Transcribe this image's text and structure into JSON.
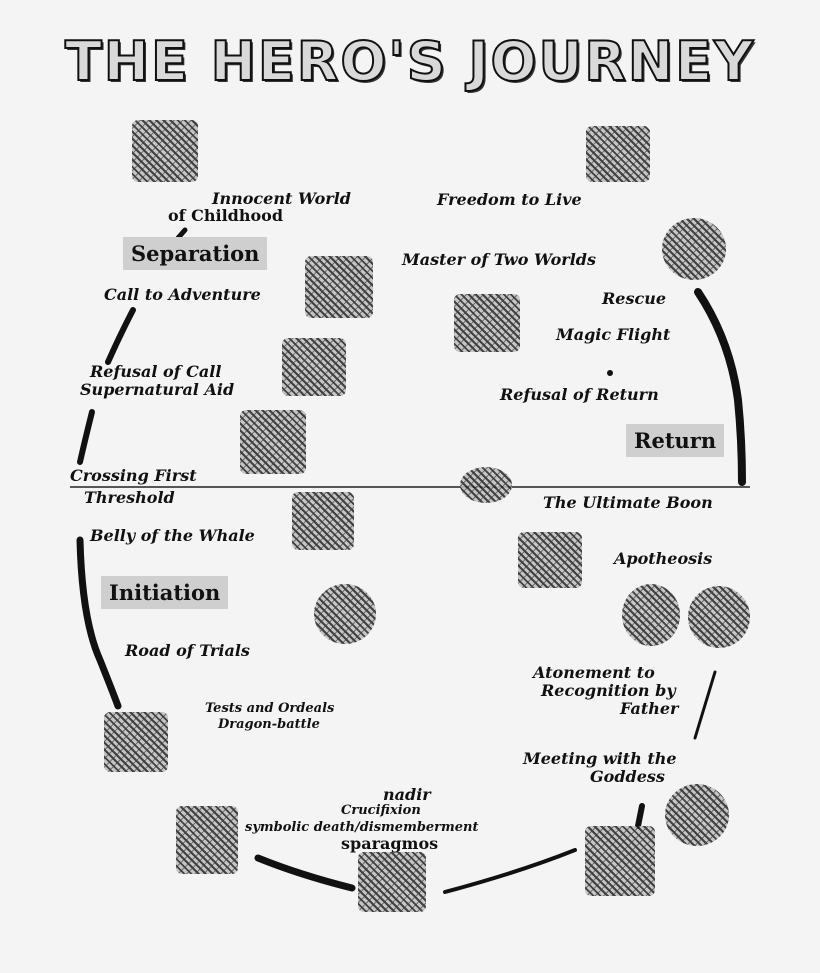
{
  "title": "THE HERO'S JOURNEY",
  "phases": {
    "separation": "Separation",
    "return": "Return",
    "initiation": "Initiation"
  },
  "stages": {
    "innocent_world": "Innocent World",
    "of_childhood": "of Childhood",
    "call_to_adventure": "Call to Adventure",
    "refusal_of_call": "Refusal of Call",
    "supernatural_aid": "Supernatural Aid",
    "crossing_first": "Crossing First",
    "threshold": "Threshold",
    "belly_of_the_whale": "Belly of the Whale",
    "road_of_trials": "Road of Trials",
    "tests_and_ordeals": "Tests and Ordeals",
    "dragon_battle": "Dragon-battle",
    "nadir": "nadir",
    "crucifixion": "Crucifixion",
    "symbolic_death": "symbolic death/dismemberment",
    "sparagmos": "sparagmos",
    "meeting_with_the": "Meeting with the",
    "goddess": "Goddess",
    "atonement_to": "Atonement to",
    "recognition_by": "Recognition by",
    "father": "Father",
    "apotheosis": "Apotheosis",
    "ultimate_boon": "The Ultimate Boon",
    "refusal_of_return": "Refusal of Return",
    "magic_flight": "Magic Flight",
    "rescue": "Rescue",
    "master_of_two_worlds": "Master of Two Worlds",
    "freedom_to_live": "Freedom to Live"
  }
}
